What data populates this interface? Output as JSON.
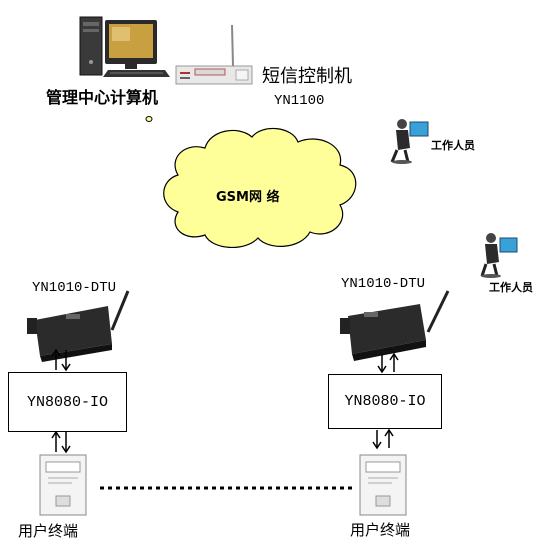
{
  "nodes": {
    "center": "管理中心计算机",
    "sms_controller": "短信控制机",
    "sms_model": "YN1100",
    "gsm": "GSM网 络",
    "staff_1": "工作人员",
    "staff_2": "工作人员",
    "dtu_left": "YN1010-DTU",
    "dtu_right": "YN1010-DTU",
    "io_left": "YN8080-IO",
    "io_right": "YN8080-IO",
    "terminal_left": "用户终端",
    "terminal_right": "用户终端"
  },
  "colors": {
    "cloud_fill": "#ffff99",
    "cloud_stroke": "#000000",
    "device_dark": "#2b2b2b",
    "monitor_screen": "#c8a040",
    "staff_screen": "#3aa0d8"
  }
}
